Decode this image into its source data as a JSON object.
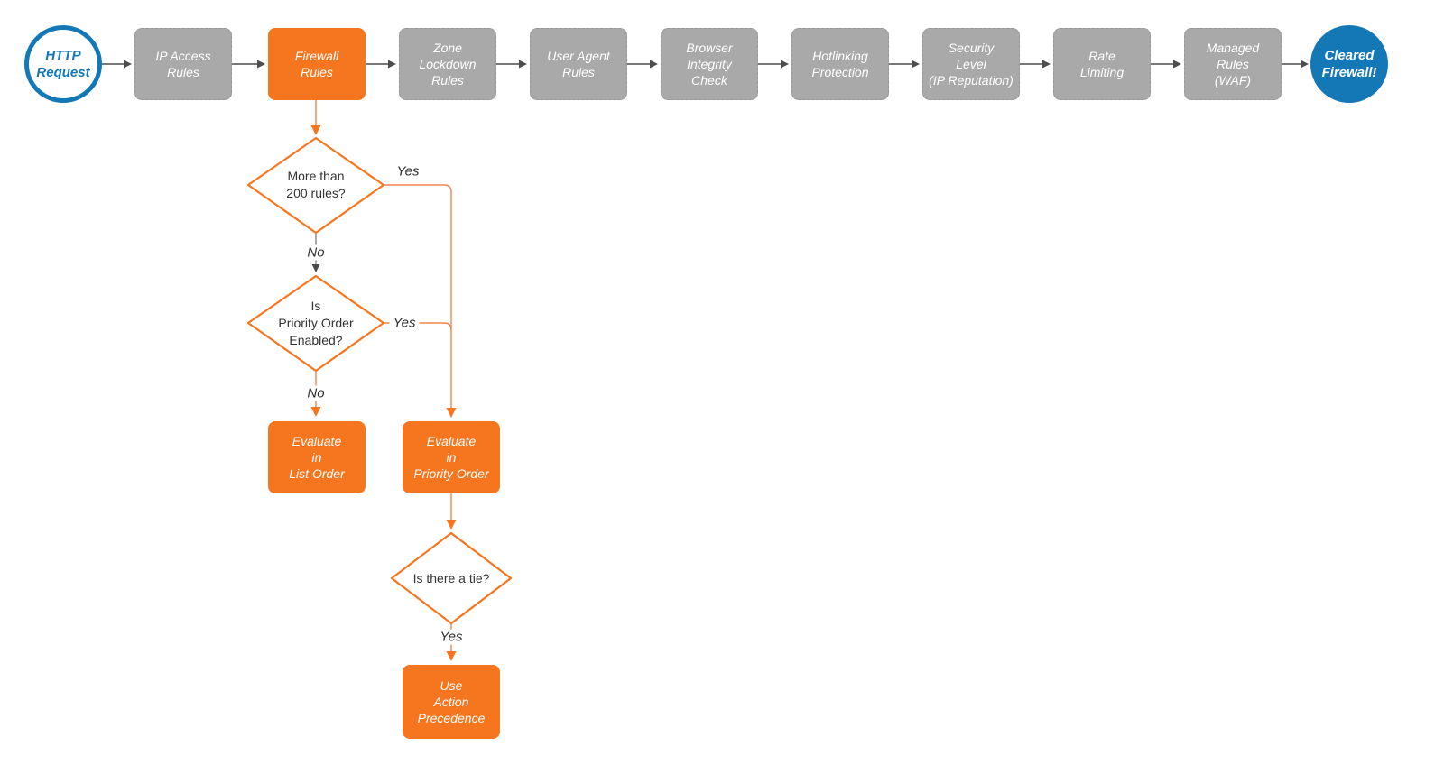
{
  "diagram_title": "HTTP request firewall evaluation flowchart",
  "colors": {
    "orange_fill": "#F6761F",
    "orange_line": "#F5834A",
    "gray_fill": "#A9A9A9",
    "blue": "#1478B6",
    "arrow_gray": "#4D4D4D",
    "node_text_white": "#FFFFFF",
    "decision_text": "#333333"
  },
  "flow": {
    "start": {
      "label": "HTTP\nRequest"
    },
    "top_row": [
      {
        "label": "IP Access\nRules"
      },
      {
        "label": "Firewall\nRules"
      },
      {
        "label": "Zone\nLockdown\nRules"
      },
      {
        "label": "User Agent\nRules"
      },
      {
        "label": "Browser\nIntegrity\nCheck"
      },
      {
        "label": "Hotlinking\nProtection"
      },
      {
        "label": "Security\nLevel\n(IP Reputation)"
      },
      {
        "label": "Rate\nLimiting"
      },
      {
        "label": "Managed\nRules\n(WAF)"
      }
    ],
    "end": {
      "label": "Cleared\nFirewall!"
    },
    "decisions": [
      {
        "label": "More than\n200 rules?"
      },
      {
        "label": "Is\nPriority Order\nEnabled?"
      },
      {
        "label": "Is there a tie?"
      }
    ],
    "branch_nodes": [
      {
        "label": "Evaluate\nin\nList Order"
      },
      {
        "label": "Evaluate\nin\nPriority Order"
      },
      {
        "label": "Use\nAction\nPrecedence"
      }
    ],
    "edge_labels": {
      "d1_yes": "Yes",
      "d1_no": "No",
      "d2_yes": "Yes",
      "d2_no": "No",
      "d3_yes": "Yes"
    }
  }
}
